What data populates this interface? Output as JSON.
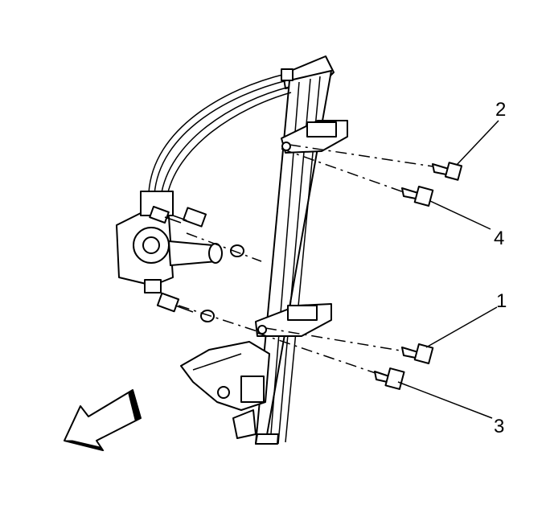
{
  "callouts": {
    "c1": "1",
    "c2": "2",
    "c3": "3",
    "c4": "4"
  },
  "icons": {
    "front_arrow": "front-direction-arrow-icon"
  },
  "colors": {
    "line": "#000000",
    "background": "#ffffff"
  }
}
